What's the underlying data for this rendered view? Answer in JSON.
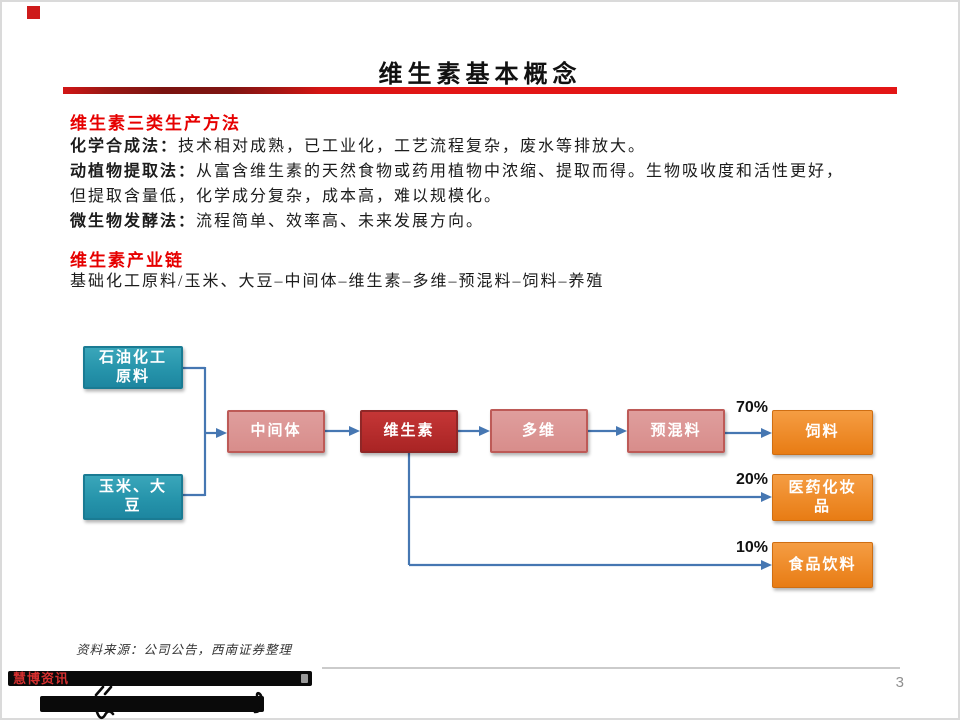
{
  "slide": {
    "title": "维生素基本概念",
    "corner_marker_color": "#ce1b1b",
    "accent_bar_red": "#e31616"
  },
  "methods": {
    "heading": "维生素三类生产方法",
    "lines": [
      {
        "lead": "化学合成法：",
        "text": "技术相对成熟，已工业化，工艺流程复杂，废水等排放大。"
      },
      {
        "lead": "动植物提取法：",
        "text": "从富含维生素的天然食物或药用植物中浓缩、提取而得。生物吸收度和活性更好，"
      },
      {
        "lead": "",
        "text": "但提取含量低，化学成分复杂，成本高，难以规模化。"
      },
      {
        "lead": "微生物发酵法：",
        "text": "流程简单、效率高、未来发展方向。"
      }
    ]
  },
  "chain": {
    "heading": "维生素产业链",
    "text": "基础化工原料/玉米、大豆–中间体–维生素–多维–预混料–饲料–养殖"
  },
  "diagram": {
    "arrow_color": "#4677b2",
    "nodes": {
      "petrochemical": {
        "line1": "石油化工",
        "line2": "原料",
        "color": "#2694ab"
      },
      "corn_soy": {
        "line1": "玉米、大",
        "line2": "豆",
        "color": "#2694ab"
      },
      "intermediate": {
        "label": "中间体",
        "color": "#d88d8b"
      },
      "vitamin": {
        "label": "维生素",
        "color": "#b02a2a"
      },
      "multivitamin": {
        "label": "多维",
        "color": "#d88d8b"
      },
      "premix": {
        "label": "预混料",
        "color": "#d88d8b"
      },
      "feed": {
        "label": "饲料",
        "color": "#e87c14"
      },
      "pharma_cosmetics": {
        "line1": "医药化妆",
        "line2": "品",
        "color": "#e87c14"
      },
      "food_beverage": {
        "label": "食品饮料",
        "color": "#e87c14"
      }
    },
    "percent_labels": {
      "feed": "70%",
      "pharma": "20%",
      "food": "10%"
    }
  },
  "footer": {
    "source": "资料来源：公司公告，西南证券整理",
    "watermark": "慧博资讯",
    "page": "3"
  }
}
